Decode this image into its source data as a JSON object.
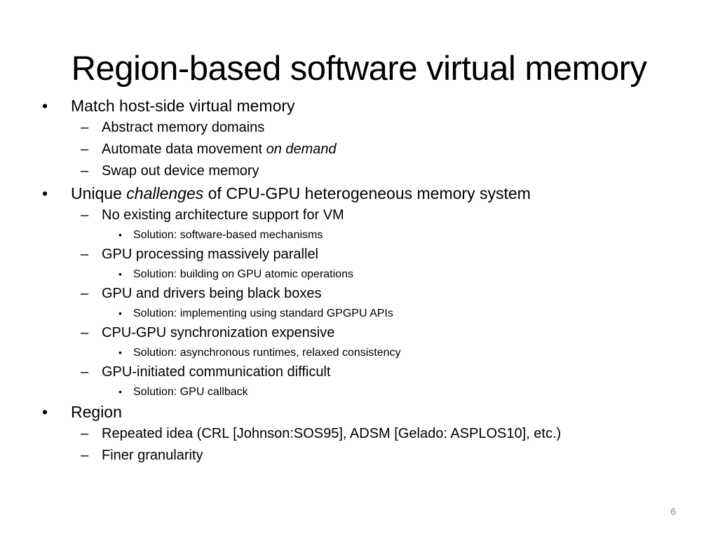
{
  "slide": {
    "title": "Region-based software virtual memory",
    "page_number": "6",
    "markers": {
      "bullet": "•",
      "dash": "–",
      "small_bullet": "•"
    },
    "items": [
      {
        "parts": [
          "Match host-side virtual memory"
        ]
      },
      {
        "parts": [
          "Abstract memory domains"
        ]
      },
      {
        "parts": [
          "Automate data movement ",
          "on demand"
        ]
      },
      {
        "parts": [
          "Swap out device memory"
        ]
      },
      {
        "parts": [
          "Unique ",
          "challenges",
          " of CPU-GPU heterogeneous memory system"
        ]
      },
      {
        "parts": [
          "No existing architecture support for VM"
        ]
      },
      {
        "parts": [
          "Solution: software-based mechanisms"
        ]
      },
      {
        "parts": [
          "GPU processing massively parallel"
        ]
      },
      {
        "parts": [
          "Solution: building on GPU atomic operations"
        ]
      },
      {
        "parts": [
          "GPU and drivers being black boxes"
        ]
      },
      {
        "parts": [
          "Solution: implementing using standard GPGPU APIs"
        ]
      },
      {
        "parts": [
          "CPU-GPU synchronization expensive"
        ]
      },
      {
        "parts": [
          "Solution: asynchronous runtimes, relaxed consistency"
        ]
      },
      {
        "parts": [
          "GPU-initiated communication difficult"
        ]
      },
      {
        "parts": [
          "Solution: GPU callback"
        ]
      },
      {
        "parts": [
          "Region"
        ]
      },
      {
        "parts": [
          "Repeated idea (CRL [Johnson:SOS95], ADSM [Gelado: ASPLOS10], etc.)"
        ]
      },
      {
        "parts": [
          "Finer granularity"
        ]
      }
    ]
  }
}
